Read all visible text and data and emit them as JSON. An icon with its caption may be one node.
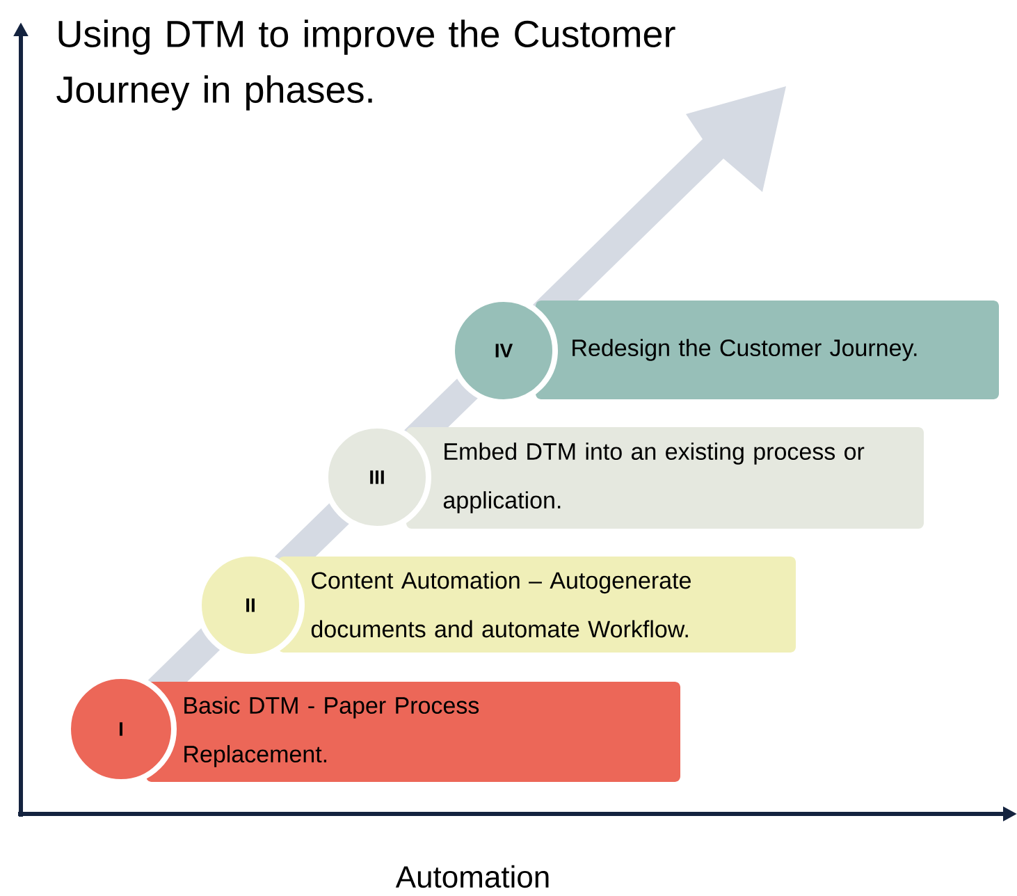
{
  "diagram": {
    "title": "Using DTM to improve the Customer Journey in phases.",
    "nodes": [
      {
        "text": [
          "IV"
        ]
      },
      {
        "text": [
          "Redesign the Customer Journey."
        ]
      },
      {
        "text": [
          "III"
        ]
      },
      {
        "text": [
          "Embed DTM into an existing process or application."
        ]
      },
      {
        "text": [
          "II"
        ]
      },
      {
        "text": [
          "Content Automation – Autogenerate documents and automate Workflow."
        ]
      },
      {
        "text": [
          "I"
        ]
      },
      {
        "text": [
          "Basic DTM - Paper Process Replacement."
        ]
      }
    ],
    "labels": [
      "Automation"
    ]
  }
}
